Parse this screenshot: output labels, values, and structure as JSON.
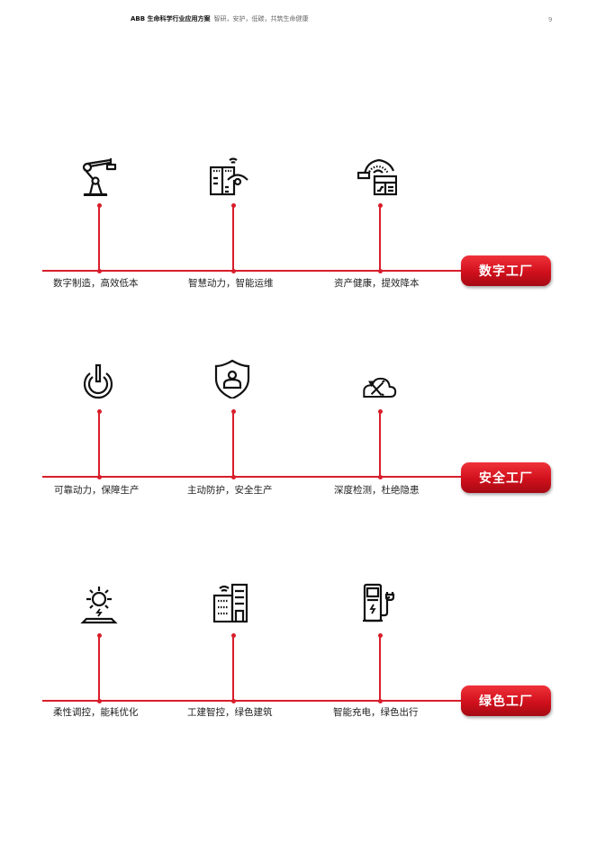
{
  "header": {
    "brand": "ABB 生命科学行业应用方案",
    "subtitle": "智研，安护，低碳，共筑生命健康",
    "page_number": "9"
  },
  "colors": {
    "accent": "#d81e2b",
    "text": "#222222"
  },
  "sections": [
    {
      "badge": "数字工厂",
      "items": [
        {
          "icon": "robot-arm-icon",
          "label": "数字制造，高效低本"
        },
        {
          "icon": "smart-cabinet-monitor-icon",
          "label": "智慧动力，智能运维"
        },
        {
          "icon": "asset-gauge-dashboard-icon",
          "label": "资产健康，提效降本"
        }
      ]
    },
    {
      "badge": "安全工厂",
      "items": [
        {
          "icon": "power-button-icon",
          "label": "可靠动力，保障生产"
        },
        {
          "icon": "shield-user-icon",
          "label": "主动防护，安全生产"
        },
        {
          "icon": "cloud-tools-icon",
          "label": "深度检测，杜绝隐患"
        }
      ]
    },
    {
      "badge": "绿色工厂",
      "items": [
        {
          "icon": "solar-energy-icon",
          "label": "柔性调控，能耗优化"
        },
        {
          "icon": "smart-building-icon",
          "label": "工建智控，绿色建筑"
        },
        {
          "icon": "ev-charger-icon",
          "label": "智能充电，绿色出行"
        }
      ]
    }
  ]
}
